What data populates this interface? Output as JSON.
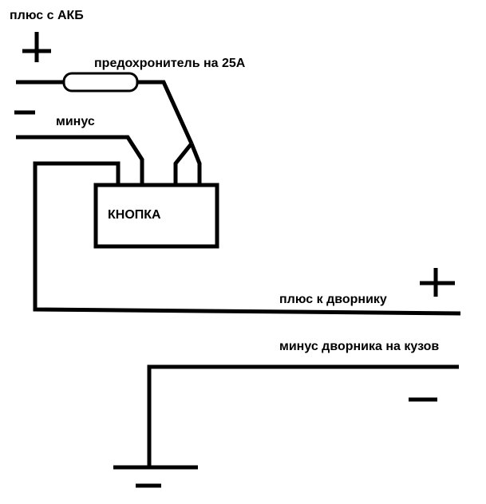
{
  "labels": {
    "battery_plus": "плюс с АКБ",
    "fuse": "предохронитель на 25А",
    "minus": "минус",
    "button": "КНОПКА",
    "wiper_plus": "плюс к дворнику",
    "wiper_minus_to_body": "минус дворника на кузов"
  },
  "colors": {
    "ink": "#000000",
    "background": "#ffffff"
  }
}
